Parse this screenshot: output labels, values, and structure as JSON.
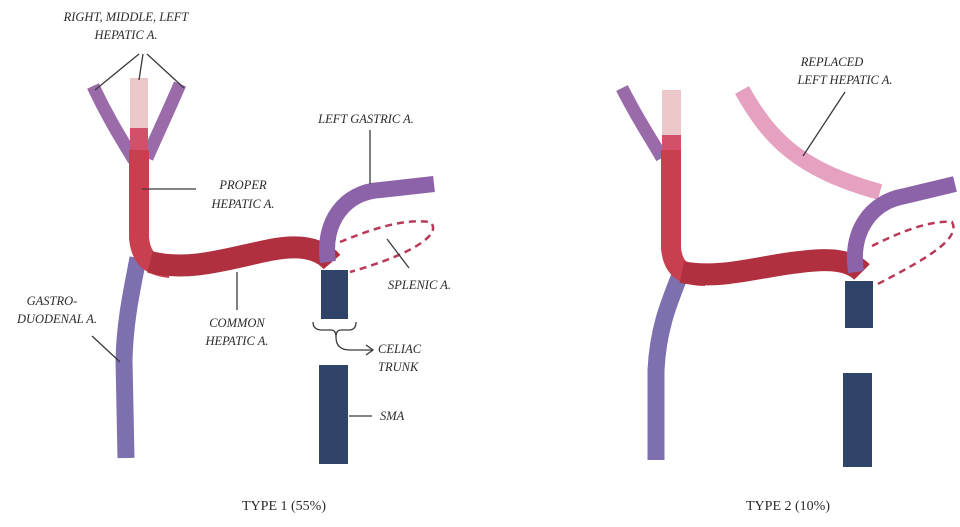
{
  "type1": {
    "caption": "TYPE 1 (55%)",
    "labels": {
      "right_middle_left_line1": "RIGHT, MIDDLE, LEFT",
      "right_middle_left_line2": "HEPATIC A.",
      "proper_line1": "PROPER",
      "proper_line2": "HEPATIC A.",
      "left_gastric": "LEFT GASTRIC A.",
      "splenic": "SPLENIC A.",
      "gastroduodenal_line1": "GASTRO-",
      "gastroduodenal_line2": "DUODENAL A.",
      "common_line1": "COMMON",
      "common_line2": "HEPATIC A.",
      "celiac_line1": "CELIAC",
      "celiac_line2": "TRUNK",
      "sma": "SMA"
    }
  },
  "type2": {
    "caption": "TYPE 2 (10%)",
    "labels": {
      "replaced_line1": "REPLACED",
      "replaced_line2": "LEFT HEPATIC A."
    }
  },
  "colors": {
    "hepatic_red": "#c8404f",
    "common_red": "#b0303f",
    "purple": "#8c62a8",
    "violet": "#7e6fae",
    "light_pink": "#ecc7c9",
    "pink": "#e6a0c0",
    "navy": "#2f4468",
    "splenic_dash": "#b83a58"
  }
}
